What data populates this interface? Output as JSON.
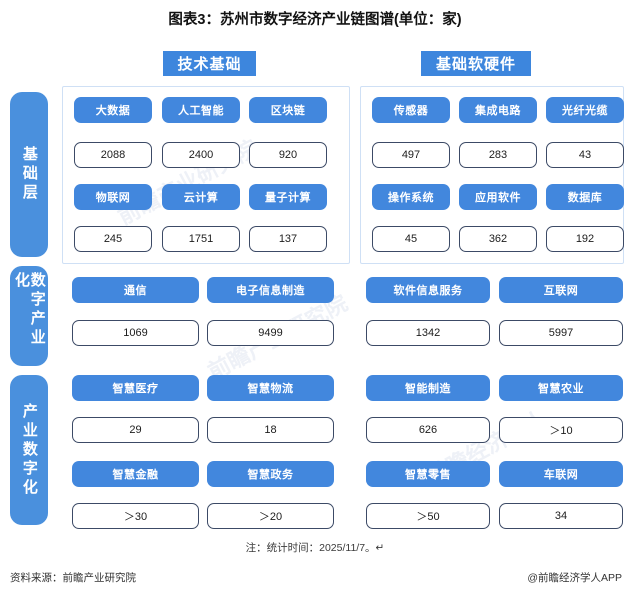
{
  "title": "图表3：苏州市数字经济产业链图谱(单位：家)",
  "group_headers": {
    "left": "技术基础",
    "right": "基础软硬件"
  },
  "sidebar": {
    "items": [
      {
        "label": "基础层"
      },
      {
        "label": "数字产业化"
      },
      {
        "label": "产业数字化"
      }
    ]
  },
  "sections": {
    "base_layer": {
      "left_items": [
        {
          "name": "大数据",
          "value": "2088"
        },
        {
          "name": "人工智能",
          "value": "2400"
        },
        {
          "name": "区块链",
          "value": "920"
        },
        {
          "name": "物联网",
          "value": "245"
        },
        {
          "name": "云计算",
          "value": "1751"
        },
        {
          "name": "量子计算",
          "value": "137"
        }
      ],
      "right_items": [
        {
          "name": "传感器",
          "value": "497"
        },
        {
          "name": "集成电路",
          "value": "283"
        },
        {
          "name": "光纤光缆",
          "value": "43"
        },
        {
          "name": "操作系统",
          "value": "45"
        },
        {
          "name": "应用软件",
          "value": "362"
        },
        {
          "name": "数据库",
          "value": "192"
        }
      ]
    },
    "digital_industrialization": {
      "left_items": [
        {
          "name": "通信",
          "value": "1069"
        },
        {
          "name": "电子信息制造",
          "value": "9499"
        }
      ],
      "right_items": [
        {
          "name": "软件信息服务",
          "value": "1342"
        },
        {
          "name": "互联网",
          "value": "5997"
        }
      ]
    },
    "industrial_digitalization": {
      "left_items": [
        {
          "name": "智慧医疗",
          "value": "29"
        },
        {
          "name": "智慧物流",
          "value": "18"
        },
        {
          "name": "智慧金融",
          "value": "＞30"
        },
        {
          "name": "智慧政务",
          "value": "＞20"
        }
      ],
      "right_items": [
        {
          "name": "智能制造",
          "value": "626"
        },
        {
          "name": "智慧农业",
          "value": "＞10"
        },
        {
          "name": "智慧零售",
          "value": "＞50"
        },
        {
          "name": "车联网",
          "value": "34"
        }
      ]
    }
  },
  "footer": {
    "note": "注：统计时间：2025/11/7。↵",
    "source": "资料来源：前瞻产业研究院",
    "brand": "@前瞻经济学人APP"
  },
  "watermarks": [
    "前瞻产业研究院",
    "前瞻产业研究院",
    "前瞻经济学人"
  ],
  "colors": {
    "accent_blue": "#4287dd",
    "header_blue": "#3d86dd",
    "sidebar_blue": "#4a90dd",
    "panel_border": "#cfe0f5",
    "value_border": "#3c4a66"
  }
}
